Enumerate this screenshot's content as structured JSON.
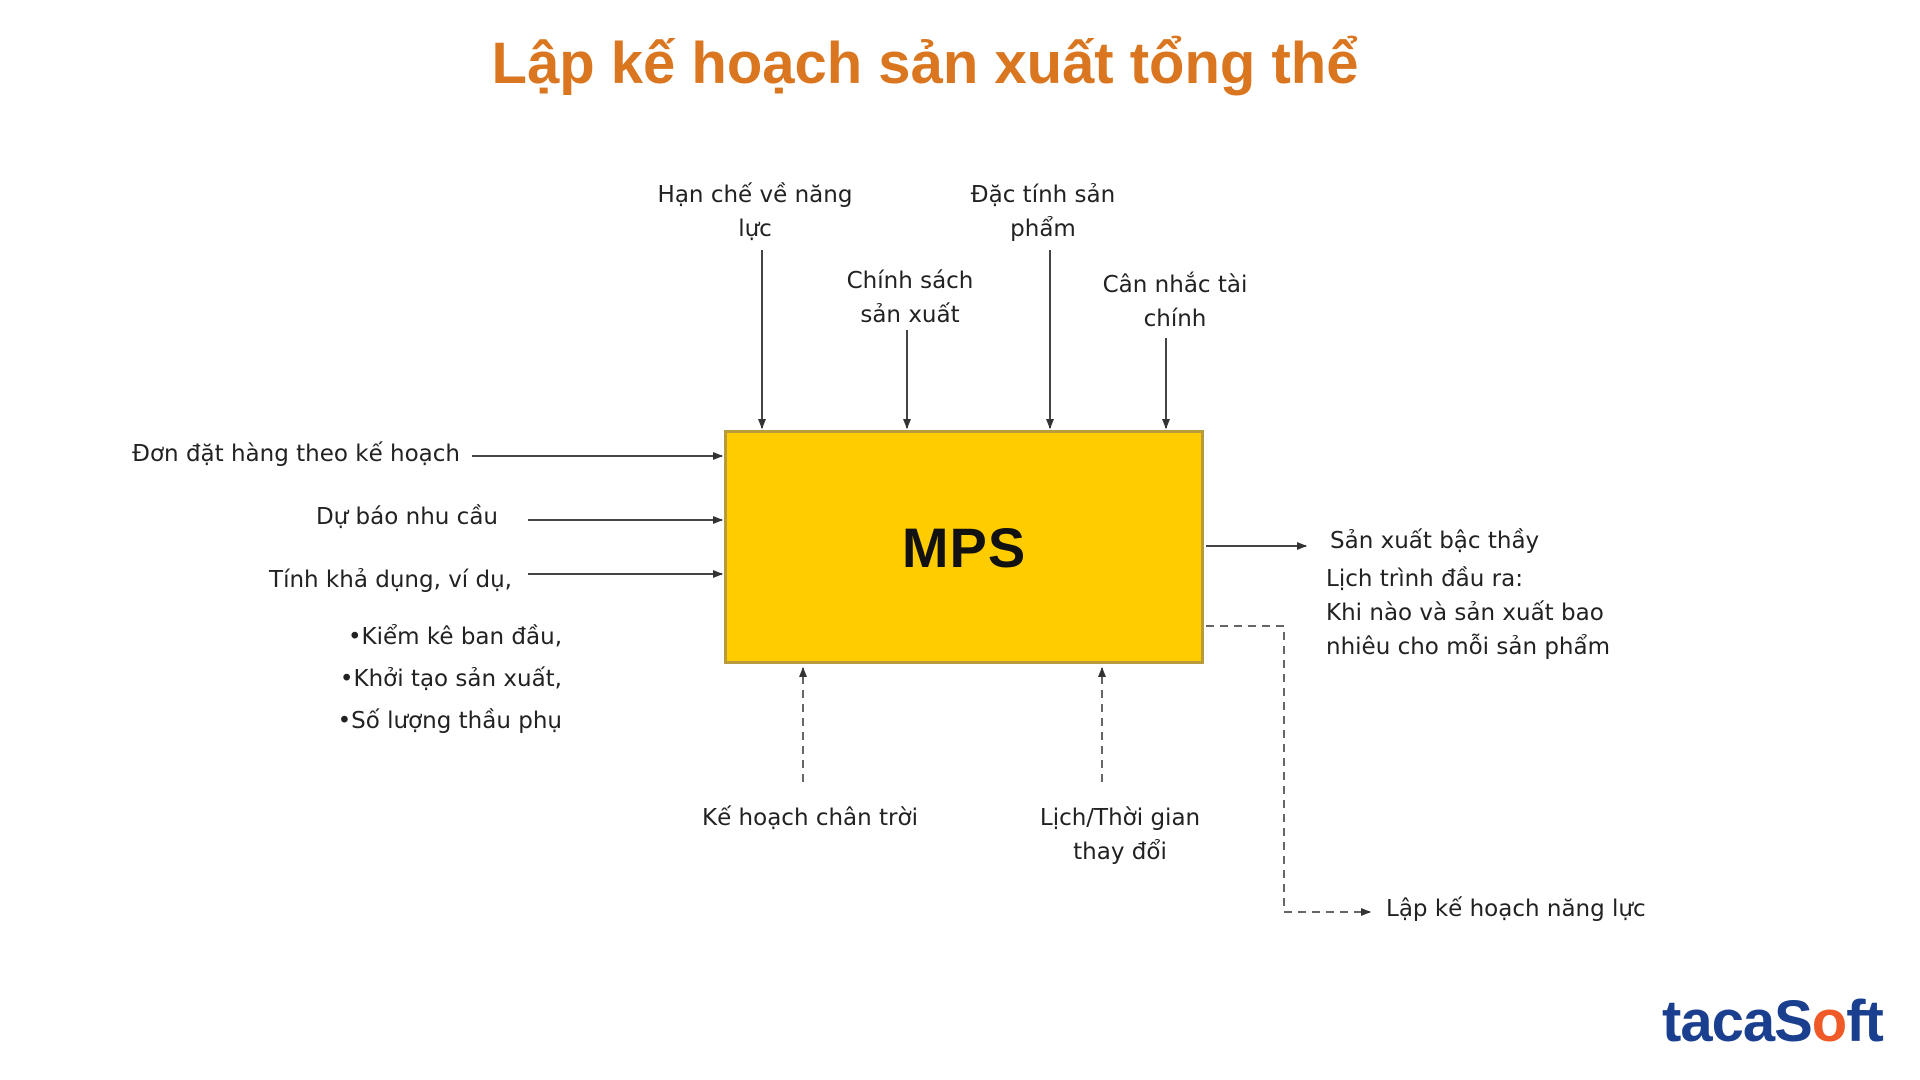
{
  "title": "Lập kế hoạch sản xuất tổng thể",
  "center": "MPS",
  "top_inputs": {
    "capacity": [
      "Hạn chế về năng",
      "lực"
    ],
    "policy": [
      "Chính sách",
      "sản xuất"
    ],
    "product": [
      "Đặc tính sản",
      "phẩm"
    ],
    "finance": [
      "Cân nhắc tài",
      "chính"
    ]
  },
  "left_inputs": {
    "orders": "Đơn đặt hàng theo kế hoạch",
    "forecast": "Dự báo nhu cầu",
    "availability": "Tính khả dụng, ví dụ,",
    "bullets": [
      "•Kiểm kê ban đầu,",
      "•Khởi tạo sản xuất,",
      "•Số lượng thầu phụ"
    ]
  },
  "bottom_inputs": {
    "horizon": "Kế hoạch chân trời",
    "schedule": [
      "Lịch/Thời gian",
      "thay đổi"
    ]
  },
  "outputs": {
    "master": "Sản xuất bậc thầy",
    "details": [
      "Lịch trình đầu ra:",
      "Khi nào và sản xuất bao",
      "nhiêu cho mỗi sản phẩm"
    ],
    "capacity_planning": "Lập kế hoạch năng lực"
  },
  "logo": {
    "part1": "taca",
    "part2": "S",
    "part3": "o",
    "part4": "ft"
  },
  "colors": {
    "title": "#d9761f",
    "box": "#ffcc00",
    "logo": "#1b3f8f",
    "logo_accent": "#f05a28"
  }
}
